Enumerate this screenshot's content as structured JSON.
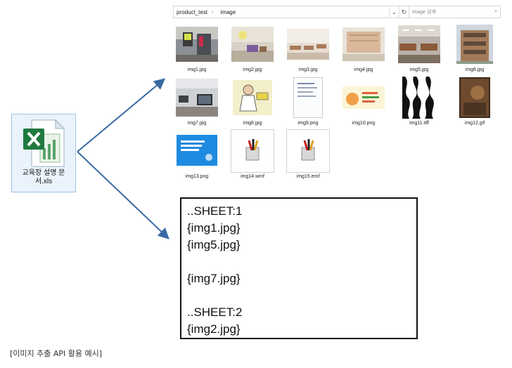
{
  "explorer": {
    "path": [
      "product_test",
      "image"
    ],
    "search_placeholder": "image 검색",
    "refresh_glyph": "↻",
    "dropdown_glyph": "⌄",
    "search_glyph": "⌕",
    "path_sep_glyph": "›",
    "files": [
      {
        "name": "img1.jpg",
        "icon": "photo-kiosk-icon"
      },
      {
        "name": "img2.jpg",
        "icon": "photo-lounge-icon"
      },
      {
        "name": "img3.jpg",
        "icon": "photo-classroom-icon"
      },
      {
        "name": "img4.jpg",
        "icon": "photo-wall-icon"
      },
      {
        "name": "img5.jpg",
        "icon": "photo-lab-icon"
      },
      {
        "name": "img6.jpg",
        "icon": "photo-building-icon"
      },
      {
        "name": "img7.jpg",
        "icon": "photo-computer-room-icon"
      },
      {
        "name": "img8.jpg",
        "icon": "illustration-icon"
      },
      {
        "name": "img9.png",
        "icon": "document-icon"
      },
      {
        "name": "img10.png",
        "icon": "banner-icon"
      },
      {
        "name": "img11.tiff",
        "icon": "pattern-icon"
      },
      {
        "name": "img12.gif",
        "icon": "painting-icon"
      },
      {
        "name": "img13.png",
        "icon": "poster-icon"
      },
      {
        "name": "img14.wmf",
        "icon": "metafile-icon"
      },
      {
        "name": "img15.emf",
        "icon": "metafile-icon"
      }
    ]
  },
  "source_file": {
    "name": "교육장 설명 문서.xls",
    "icon": "excel-file-icon"
  },
  "result_lines": [
    "..SHEET:1",
    "{img1.jpg}",
    "{img5.jpg}",
    "",
    "{img7.jpg}",
    "",
    "..SHEET:2",
    "{img2.jpg}"
  ],
  "caption": "[이미지 추출 API 활용 예시]",
  "colors": {
    "arrow": "#3a6aa3",
    "excel_green": "#1f7a3f",
    "file_border": "#9fc3e8"
  }
}
